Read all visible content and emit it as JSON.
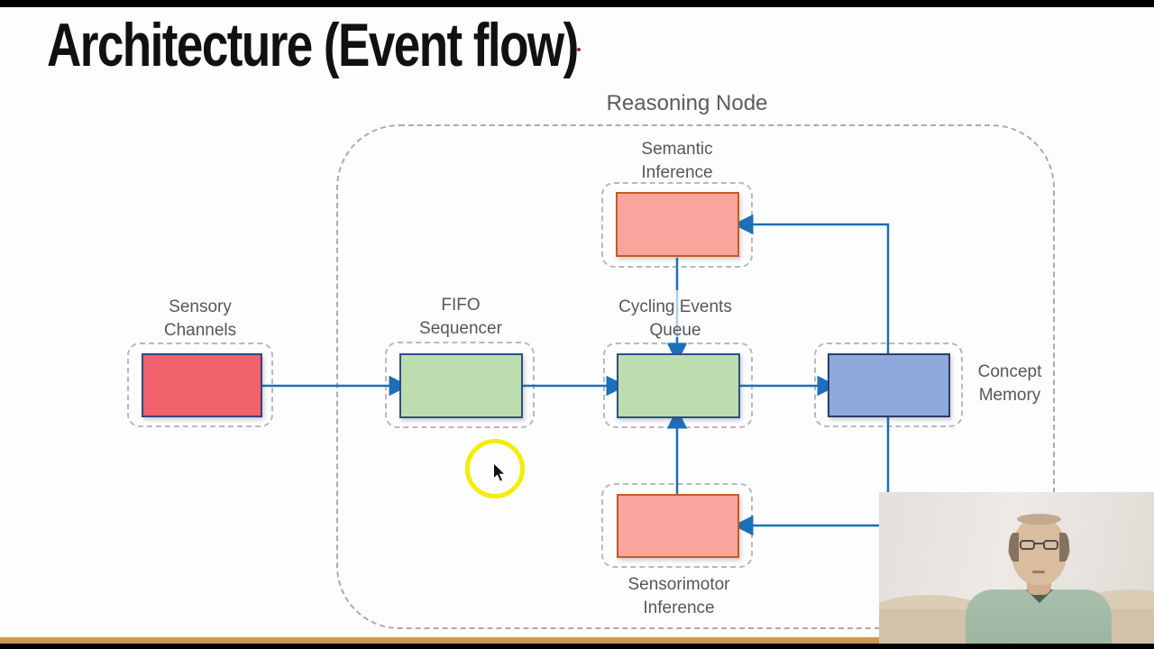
{
  "slide": {
    "title": "Architecture (Event flow)"
  },
  "diagram": {
    "container": {
      "label": "Reasoning Node"
    },
    "nodes": {
      "sensory": {
        "line1": "Sensory",
        "line2": "Channels"
      },
      "fifo": {
        "line1": "FIFO",
        "line2": "Sequencer"
      },
      "cycling": {
        "line1": "Cycling Events",
        "line2": "Queue"
      },
      "concept": {
        "line1": "Concept",
        "line2": "Memory"
      },
      "semantic": {
        "line1": "Semantic",
        "line2": "Inference"
      },
      "sensorimotor": {
        "line1": "Sensorimotor",
        "line2": "Inference"
      }
    },
    "edges": [
      {
        "from": "Sensory Channels",
        "to": "FIFO Sequencer"
      },
      {
        "from": "FIFO Sequencer",
        "to": "Cycling Events Queue"
      },
      {
        "from": "Cycling Events Queue",
        "to": "Concept Memory"
      },
      {
        "from": "Semantic Inference",
        "to": "Cycling Events Queue"
      },
      {
        "from": "Sensorimotor Inference",
        "to": "Cycling Events Queue"
      },
      {
        "from": "Concept Memory",
        "to": "Semantic Inference"
      },
      {
        "from": "Concept Memory",
        "to": "Sensorimotor Inference"
      }
    ],
    "colors": {
      "arrow_blue": "#1d6fb8",
      "arrow_light_blue": "#aecfe4",
      "sensory_fill": "#f2626c",
      "green_fill": "#bcddad",
      "blue_fill": "#8fa9dc",
      "salmon_fill": "#f8a59d",
      "salmon_border": "#c75a28",
      "navy_border": "#2e4c7c",
      "dashed_gray": "#ababab",
      "label_gray": "#575757",
      "highlight_yellow": "#f2ee07",
      "bottom_strip_tan": "#cd9851"
    }
  }
}
